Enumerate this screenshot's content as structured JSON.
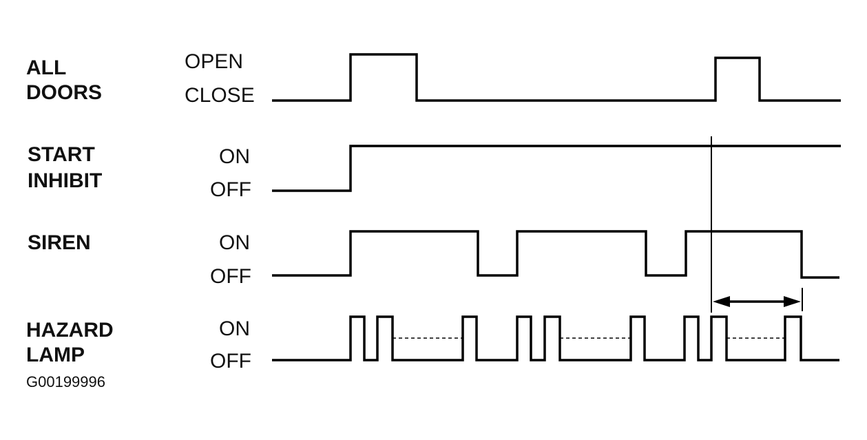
{
  "signals": [
    {
      "name_lines": [
        "ALL",
        "DOORS"
      ],
      "high_label": "OPEN",
      "low_label": "CLOSE"
    },
    {
      "name_lines": [
        "START",
        "INHIBIT"
      ],
      "high_label": "ON",
      "low_label": "OFF"
    },
    {
      "name_lines": [
        "SIREN"
      ],
      "high_label": "ON",
      "low_label": "OFF"
    },
    {
      "name_lines": [
        "HAZARD",
        "LAMP"
      ],
      "high_label": "ON",
      "low_label": "OFF"
    }
  ],
  "figure_id": "G00199996"
}
